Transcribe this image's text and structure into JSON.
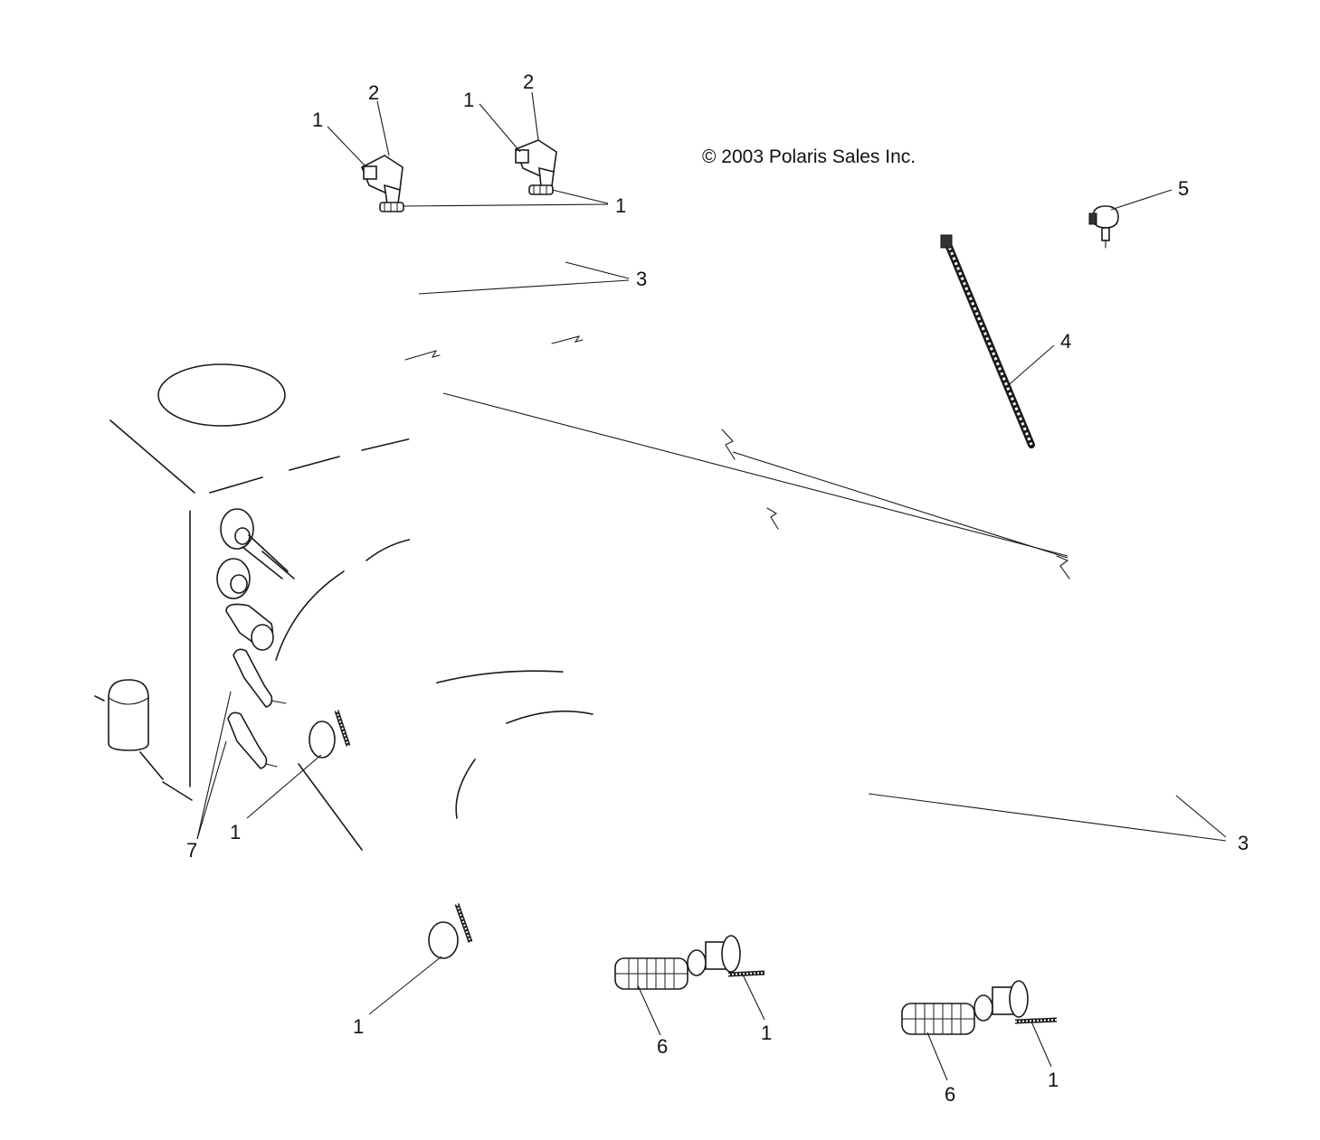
{
  "copyright": "© 2003 Polaris Sales Inc.",
  "callouts": [
    {
      "id": "c1a",
      "text": "1"
    },
    {
      "id": "c2a",
      "text": "2"
    },
    {
      "id": "c1b",
      "text": "1"
    },
    {
      "id": "c2b",
      "text": "2"
    },
    {
      "id": "c1c",
      "text": "1"
    },
    {
      "id": "c3a",
      "text": "3"
    },
    {
      "id": "c5",
      "text": "5"
    },
    {
      "id": "c4",
      "text": "4"
    },
    {
      "id": "c3b",
      "text": "3"
    },
    {
      "id": "c7",
      "text": "7"
    },
    {
      "id": "c1d",
      "text": "1"
    },
    {
      "id": "c1e",
      "text": "1"
    },
    {
      "id": "c6a",
      "text": "6"
    },
    {
      "id": "c1f",
      "text": "1"
    },
    {
      "id": "c6b",
      "text": "6"
    },
    {
      "id": "c1g",
      "text": "1"
    }
  ],
  "parts": [
    "hose-clamp",
    "elbow-fitting",
    "hose",
    "cable-tie",
    "tie-clip",
    "fuel-filter",
    "fitting"
  ]
}
